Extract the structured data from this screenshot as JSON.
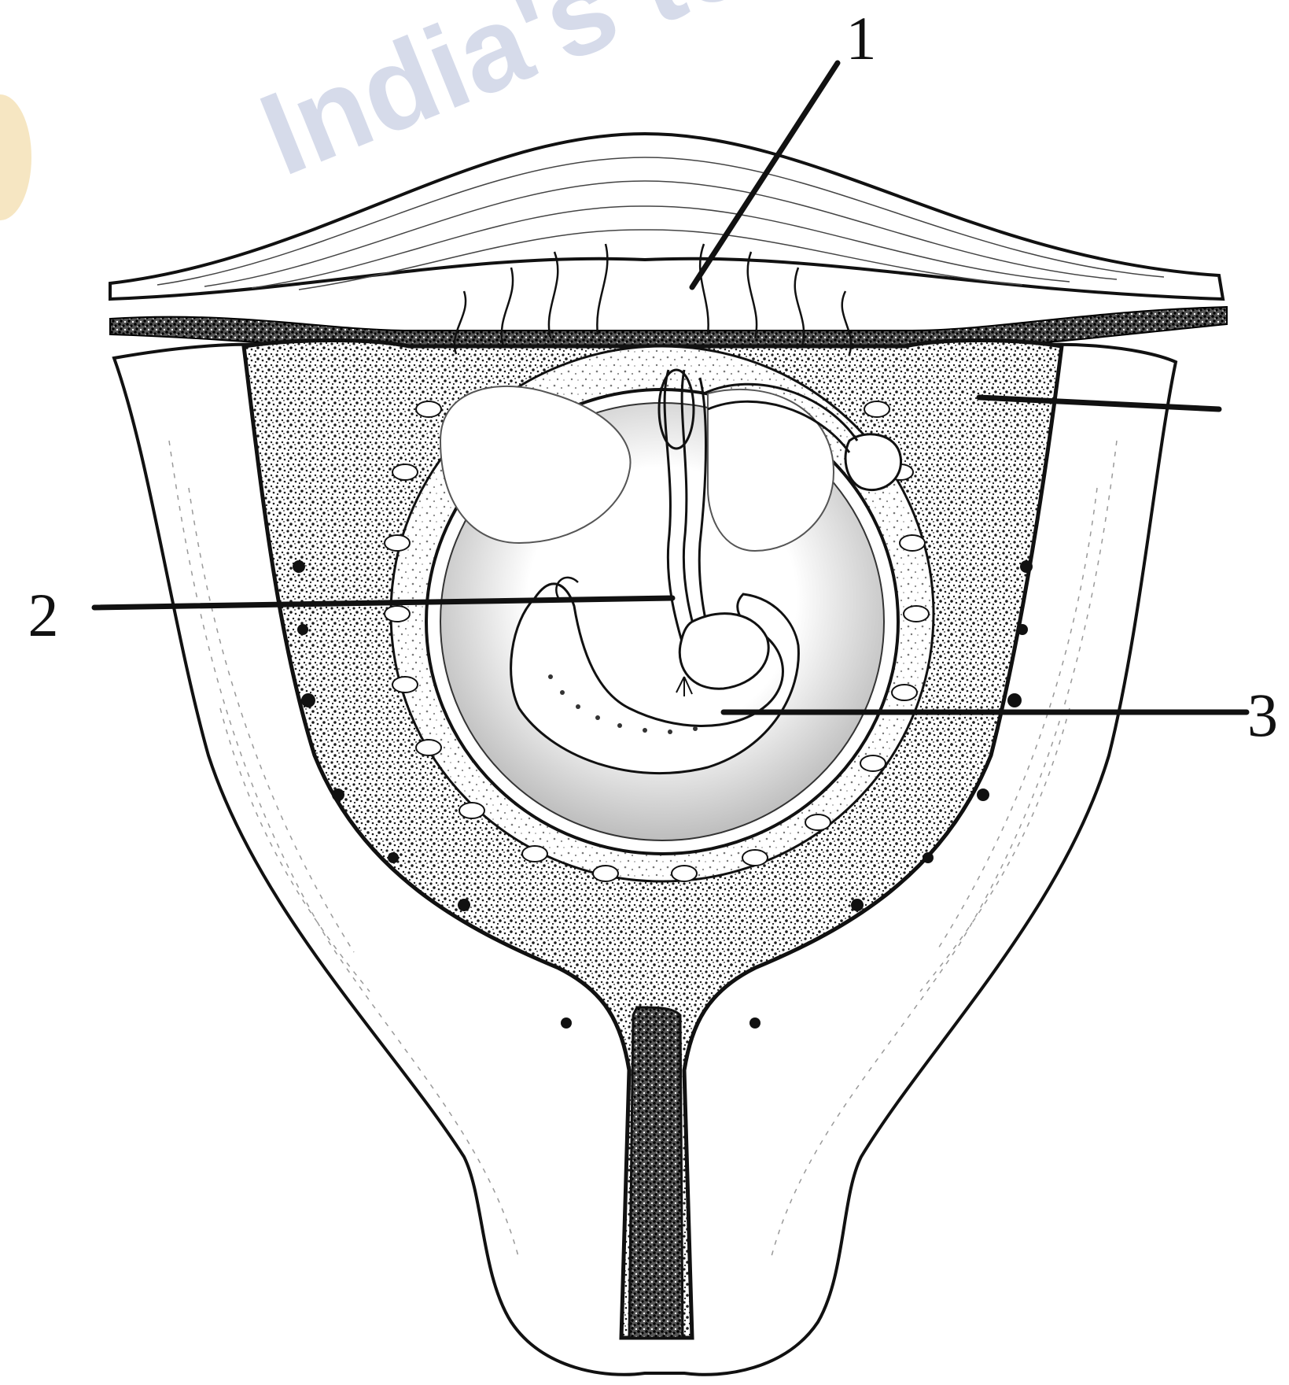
{
  "watermark": {
    "text": "India's to"
  },
  "labels": [
    {
      "id": "1",
      "text": "1"
    },
    {
      "id": "2",
      "text": "2"
    },
    {
      "id": "3",
      "text": "3"
    }
  ],
  "colors": {
    "ink": "#111111",
    "stipple": "#2a2a2a",
    "watermark": "#c9d0e4",
    "watermark_blob": "#f6e6c2"
  }
}
